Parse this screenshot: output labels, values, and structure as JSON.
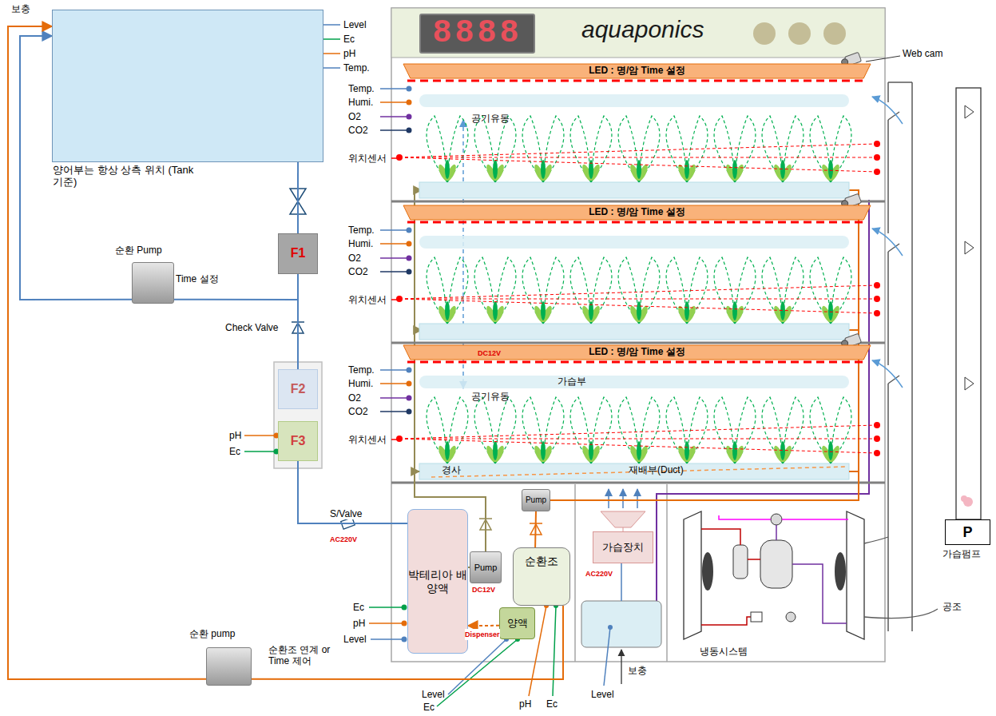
{
  "diagram": {
    "nodes": [
      {
        "text": [
          "양어부는 항상 상측 위치 (Tank 기준)"
        ]
      },
      {
        "text": [
          "F1"
        ]
      },
      {
        "text": [
          "F2"
        ]
      },
      {
        "text": [
          "F3"
        ]
      },
      {
        "text": [
          "순환 Pump",
          "Time 설정"
        ]
      },
      {
        "text": [
          "aquaponics"
        ]
      },
      {
        "text": [
          "8888"
        ],
        "in": 5
      },
      {
        "text": [
          "LED : 명/암 Time 설정"
        ]
      },
      {
        "text": [
          "LED : 명/암 Time 설정"
        ]
      },
      {
        "text": [
          "LED : 명/암 Time 설정"
        ]
      },
      {
        "text": [
          "경사",
          "재배부(Duct)"
        ]
      },
      {
        "text": [
          "박테리아 배양액"
        ]
      },
      {
        "text": [
          "Pump",
          "DC12V"
        ]
      },
      {
        "text": [
          "Pump"
        ]
      },
      {
        "text": [
          "순환조"
        ]
      },
      {
        "text": [
          "양액"
        ]
      },
      {
        "text": [
          "가습장치"
        ]
      },
      {
        "text": [
          "P",
          "가습펌프"
        ]
      },
      {
        "text": [
          "순환 pump",
          "순환조 연계 or Time 제어"
        ]
      }
    ],
    "edges": [
      {
        "from": 0,
        "to": 1,
        "arrow": "none"
      },
      {
        "from": 1,
        "to": 4,
        "arrow": "none"
      },
      {
        "from": 4,
        "to": 0,
        "arrow": "to"
      },
      {
        "from": 1,
        "to": 2,
        "arrow": "none"
      },
      {
        "from": 3,
        "to": 11,
        "label": "S/Valve",
        "arrow": "none"
      },
      {
        "from": 18,
        "to": 0,
        "arrow": "to"
      },
      {
        "from": 14,
        "to": 18,
        "arrow": "none"
      },
      {
        "from": 11,
        "to": 12,
        "arrow": "none"
      },
      {
        "from": 12,
        "to": 10,
        "arrow": "to"
      },
      {
        "from": 14,
        "to": 13,
        "arrow": "none"
      },
      {
        "from": 13,
        "to": 10,
        "arrow": "none"
      },
      {
        "from": 15,
        "to": 11,
        "label": "Dispenser",
        "arrow": "to"
      }
    ],
    "labels": [
      "보충",
      "Level",
      "Ec",
      "pH",
      "Temp.",
      "Check Valve",
      "pH",
      "Ec",
      "AC220V",
      "Web cam",
      "Temp.",
      "Humi.",
      "O2",
      "CO2",
      "위치센서",
      "공기유동",
      "Temp.",
      "Humi.",
      "O2",
      "CO2",
      "위치센서",
      "Temp.",
      "Humi.",
      "O2",
      "CO2",
      "위치센서",
      "DC12V",
      "가습부",
      "공기유동",
      "Ec",
      "pH",
      "Level",
      "AC220V",
      "냉동시스템",
      "공조",
      "Level",
      "Ec",
      "pH",
      "Ec",
      "Level",
      "보충"
    ]
  }
}
